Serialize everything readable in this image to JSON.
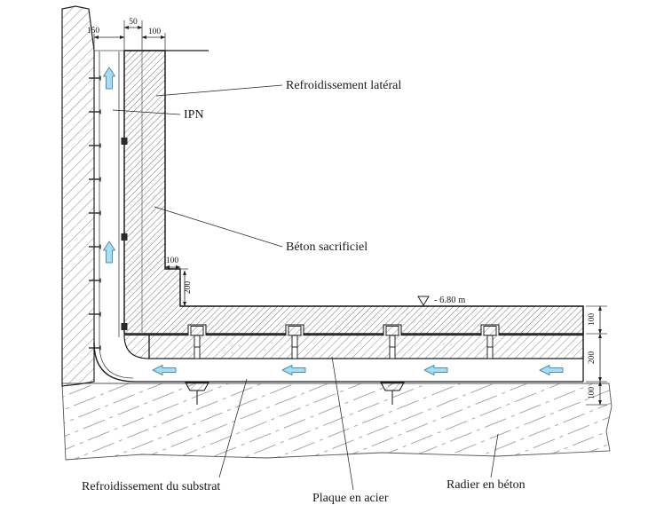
{
  "drawing": {
    "labels": {
      "lateral_cooling": "Refroidissement latéral",
      "ipn": "IPN",
      "sacrificial_concrete": "Béton sacrificiel",
      "substrate_cooling": "Refroidissement du substrat",
      "steel_plate": "Plaque en acier",
      "concrete_raft": "Radier en béton"
    },
    "elevation": "- 6.80 m",
    "dims": {
      "top_150": "150",
      "top_50": "50",
      "top_100": "100",
      "step_100": "100",
      "step_200": "200",
      "right_top_100": "100",
      "right_mid_200": "200",
      "right_bottom_100": "100"
    },
    "icons": {
      "flow_up": "arrow-up-icon",
      "flow_left": "arrow-left-icon",
      "elevation_symbol": "elevation-triangle-icon"
    },
    "colors": {
      "arrow_fill": "#a8dcf0",
      "arrow_stroke": "#4a90b8",
      "line": "#1a1a1a"
    }
  }
}
